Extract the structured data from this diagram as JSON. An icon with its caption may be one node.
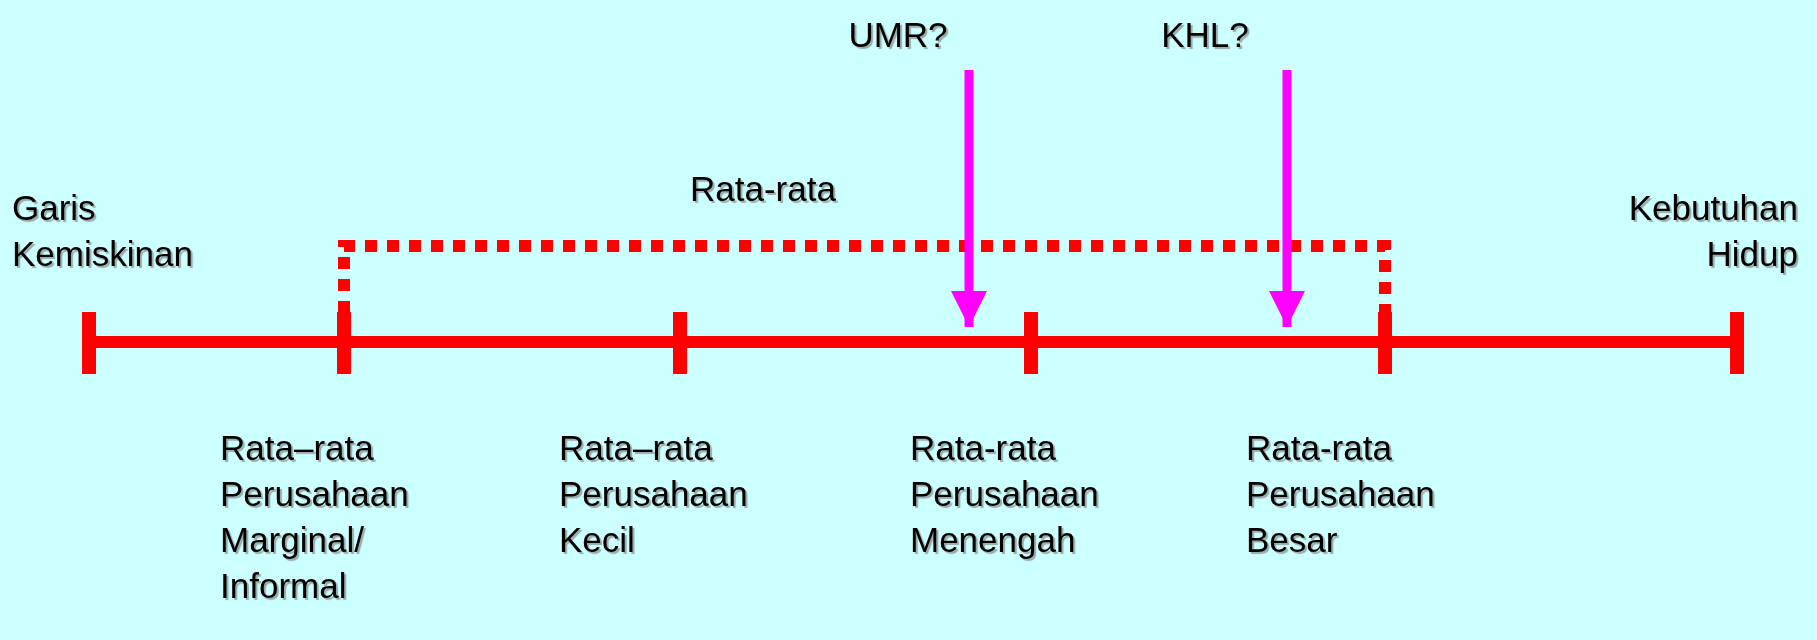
{
  "diagram": {
    "nodes": [
      {
        "text": [
          "UMR?"
        ]
      },
      {
        "text": [
          "KHL?"
        ]
      }
    ],
    "edges": [
      {
        "from": 0,
        "to": null,
        "arrow": "to"
      },
      {
        "from": 1,
        "to": null,
        "arrow": "to"
      }
    ],
    "labels": [
      "Rata-rata",
      "Garis Kemiskinan",
      "Kebutuhan Hidup",
      "Rata–rata Perusahaan Marginal/ Informal",
      "Rata–rata Perusahaan Kecil",
      "Rata-rata Perusahaan Menengah",
      "Rata-rata Perusahaan Besar"
    ]
  }
}
